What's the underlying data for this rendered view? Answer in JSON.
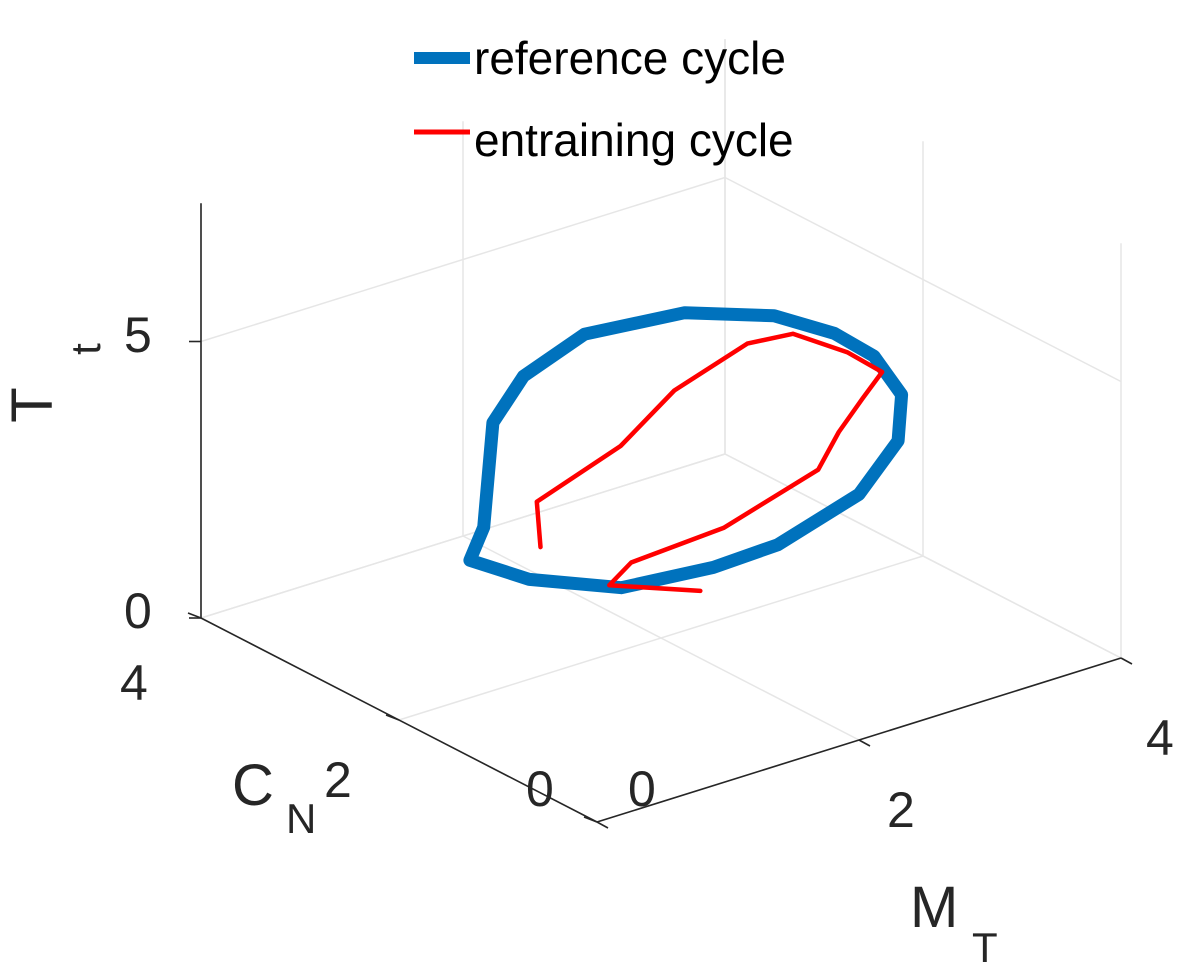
{
  "chart_data": {
    "type": "line",
    "view": "3d",
    "grid": true,
    "legend_placement": "top",
    "axes": {
      "x": {
        "label": "M",
        "label_sub": "T",
        "ticks": [
          "0",
          "2",
          "4"
        ],
        "lim": [
          0,
          4
        ]
      },
      "y": {
        "label": "C",
        "label_sub": "N",
        "ticks": [
          "0",
          "2",
          "4"
        ],
        "lim": [
          0,
          4
        ]
      },
      "z": {
        "label": "T",
        "label_sub": "t",
        "ticks": [
          "0",
          "5"
        ],
        "lim": [
          0,
          7.5
        ]
      }
    },
    "series": [
      {
        "name": "reference cycle",
        "color": "#0072bd",
        "style": "thick",
        "points": [
          [
            1.47,
            3.09,
            1.39
          ],
          [
            1.79,
            3.42,
            2.74
          ],
          [
            1.91,
            3.27,
            3.63
          ],
          [
            2.24,
            3.09,
            4.31
          ],
          [
            2.71,
            2.7,
            4.71
          ],
          [
            3.06,
            2.26,
            4.8
          ],
          [
            3.21,
            1.85,
            4.75
          ],
          [
            3.3,
            1.57,
            4.53
          ],
          [
            3.3,
            1.29,
            4.09
          ],
          [
            3.19,
            1.18,
            3.44
          ],
          [
            2.96,
            1.27,
            2.56
          ],
          [
            2.62,
            1.64,
            1.56
          ],
          [
            2.37,
            1.96,
            1.04
          ],
          [
            2.0,
            2.4,
            0.54
          ],
          [
            1.63,
            2.84,
            0.56
          ],
          [
            1.35,
            3.07,
            0.9
          ],
          [
            1.47,
            3.09,
            1.39
          ]
        ]
      },
      {
        "name": "entraining cycle",
        "color": "#ff0000",
        "style": "thin",
        "points": [
          [
            1.7,
            2.82,
            1.11
          ],
          [
            1.77,
            2.95,
            1.76
          ],
          [
            2.13,
            2.58,
            2.84
          ],
          [
            2.51,
            2.54,
            3.6
          ],
          [
            2.87,
            2.28,
            4.42
          ],
          [
            3.06,
            2.07,
            4.65
          ],
          [
            3.21,
            1.72,
            4.53
          ],
          [
            3.31,
            1.5,
            4.3
          ],
          [
            3.19,
            1.54,
            3.87
          ],
          [
            3.01,
            1.54,
            3.4
          ],
          [
            2.86,
            1.55,
            2.82
          ],
          [
            2.41,
            1.91,
            1.77
          ],
          [
            2.06,
            2.38,
            0.97
          ],
          [
            1.93,
            2.43,
            0.61
          ],
          [
            2.3,
            2.0,
            0.63
          ]
        ]
      }
    ]
  }
}
